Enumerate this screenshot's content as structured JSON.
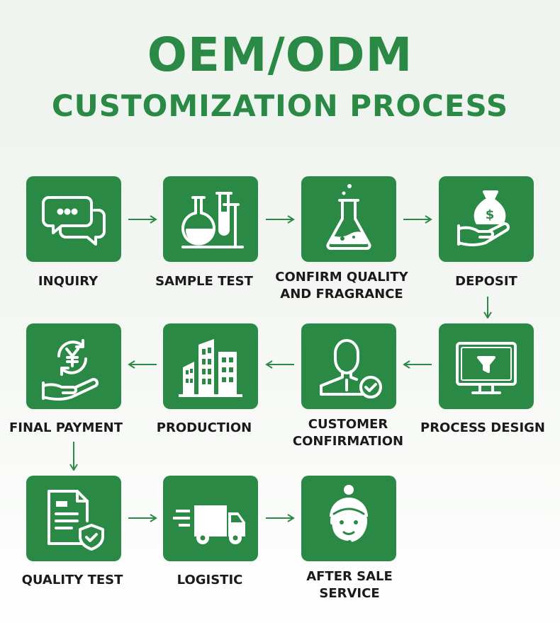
{
  "header": {
    "title": "OEM/ODM",
    "subtitle": "CUSTOMIZATION PROCESS"
  },
  "colors": {
    "accent": "#2a8a45",
    "text": "#1a1a1a",
    "icon": "#ffffff"
  },
  "steps": [
    {
      "label": "INQUIRY",
      "icon": "chat-bubbles-icon"
    },
    {
      "label": "SAMPLE TEST",
      "icon": "lab-flask-icon"
    },
    {
      "label": "CONFIRM QUALITY\nAND FRAGRANCE",
      "icon": "erlenmeyer-flask-icon"
    },
    {
      "label": "DEPOSIT",
      "icon": "money-bag-hand-icon"
    },
    {
      "label": "PROCESS DESIGN",
      "icon": "monitor-filter-icon"
    },
    {
      "label": "CUSTOMER\nCONFIRMATION",
      "icon": "person-check-icon"
    },
    {
      "label": "PRODUCTION",
      "icon": "factory-buildings-icon"
    },
    {
      "label": "FINAL PAYMENT",
      "icon": "yen-hand-icon"
    },
    {
      "label": "QUALITY TEST",
      "icon": "document-shield-icon"
    },
    {
      "label": "LOGISTIC",
      "icon": "delivery-truck-icon"
    },
    {
      "label": "AFTER SALE\nSERVICE",
      "icon": "headset-agent-icon"
    }
  ]
}
